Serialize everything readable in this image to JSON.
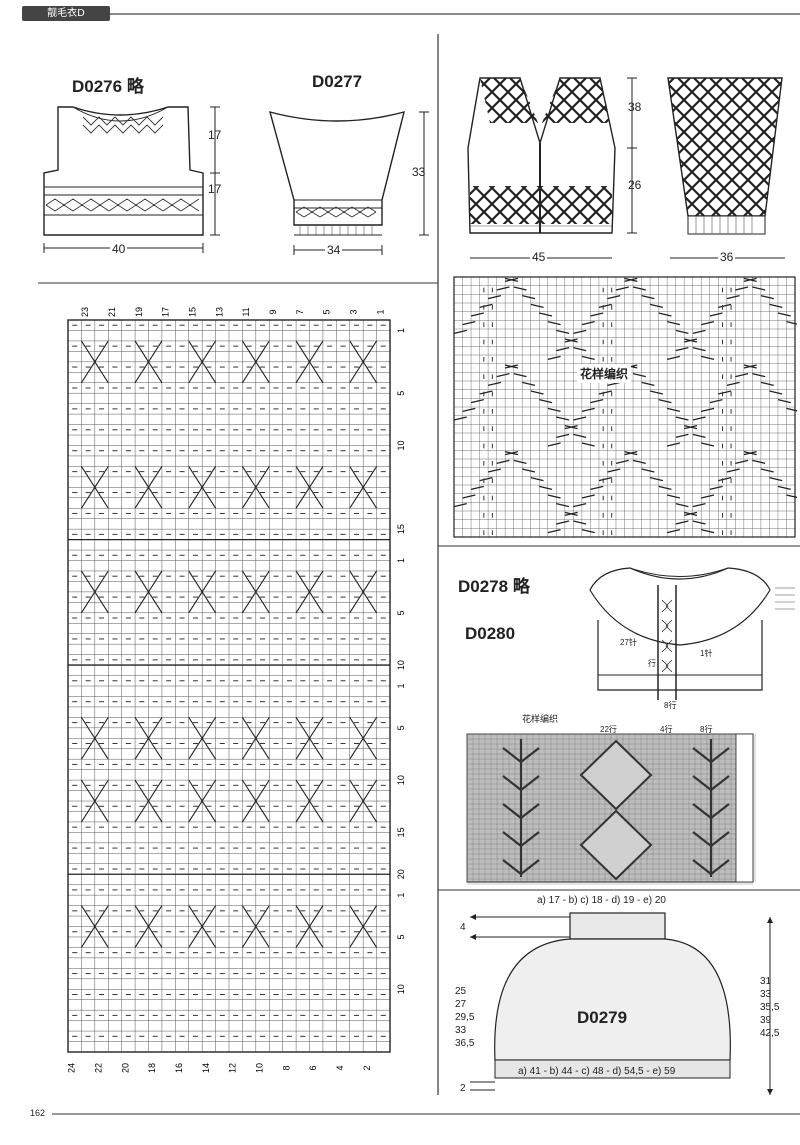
{
  "header": {
    "tab_label": "靓毛衣D"
  },
  "page_number": "162",
  "d0276": {
    "code": "D0276",
    "note": "略",
    "dims": {
      "upper": "17",
      "lower": "17",
      "width": "40"
    }
  },
  "d0277": {
    "code": "D0277",
    "dims": {
      "height": "33",
      "width": "34"
    }
  },
  "vest": {
    "dims": {
      "upper": "38",
      "lower": "26",
      "width": "45"
    }
  },
  "sleeve": {
    "dims": {
      "width": "36"
    }
  },
  "main_chart": {
    "bottom_numbers": [
      "24",
      "22",
      "20",
      "18",
      "16",
      "14",
      "12",
      "10",
      "8",
      "6",
      "4",
      "2"
    ],
    "top_numbers": [
      "23",
      "21",
      "19",
      "17",
      "15",
      "13",
      "11",
      "9",
      "7",
      "5",
      "3",
      "1"
    ],
    "row_labels": [
      "1",
      "5",
      "10",
      "15",
      "1",
      "5",
      "10",
      "1",
      "5",
      "10",
      "15",
      "20",
      "1",
      "5",
      "10"
    ]
  },
  "pattern_chart": {
    "title": "花样编织"
  },
  "d0278": {
    "code": "D0278",
    "note": "略"
  },
  "d0280": {
    "code": "D0280",
    "labels": {
      "stitches": "27针",
      "rows": "8行",
      "count": "1针",
      "rows2": "行"
    },
    "chart_title": "花样编织",
    "chart_top": {
      "a": "22行",
      "b": "4行",
      "c": "8行"
    }
  },
  "d0279": {
    "code": "D0279",
    "top_sizes": "a) 17 - b) c) 18 - d) 19 - e) 20",
    "bottom_sizes": "a) 41 - b) 44 - c) 48 - d) 54,5 - e) 59",
    "left_values": [
      "25",
      "27",
      "29,5",
      "33",
      "36,5"
    ],
    "right_values": [
      "31",
      "33",
      "35,5",
      "39",
      "42,5"
    ],
    "neck_height": "4",
    "rib_height": "2"
  }
}
